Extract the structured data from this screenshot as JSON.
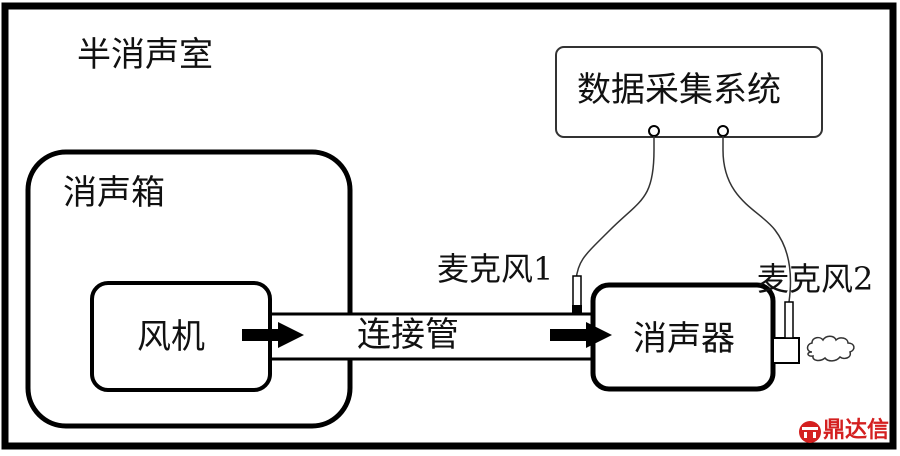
{
  "diagram": {
    "room_label": "半消声室",
    "enclosure_label": "消声箱",
    "fan_label": "风机",
    "pipe_label": "连接管",
    "muffler_label": "消声器",
    "daq_label": "数据采集系统",
    "mic1_label": "麦克风1",
    "mic2_label": "麦克风2",
    "watermark_text": "鼎达信",
    "watermark_color": "#d42020",
    "line_color": "#000000"
  }
}
